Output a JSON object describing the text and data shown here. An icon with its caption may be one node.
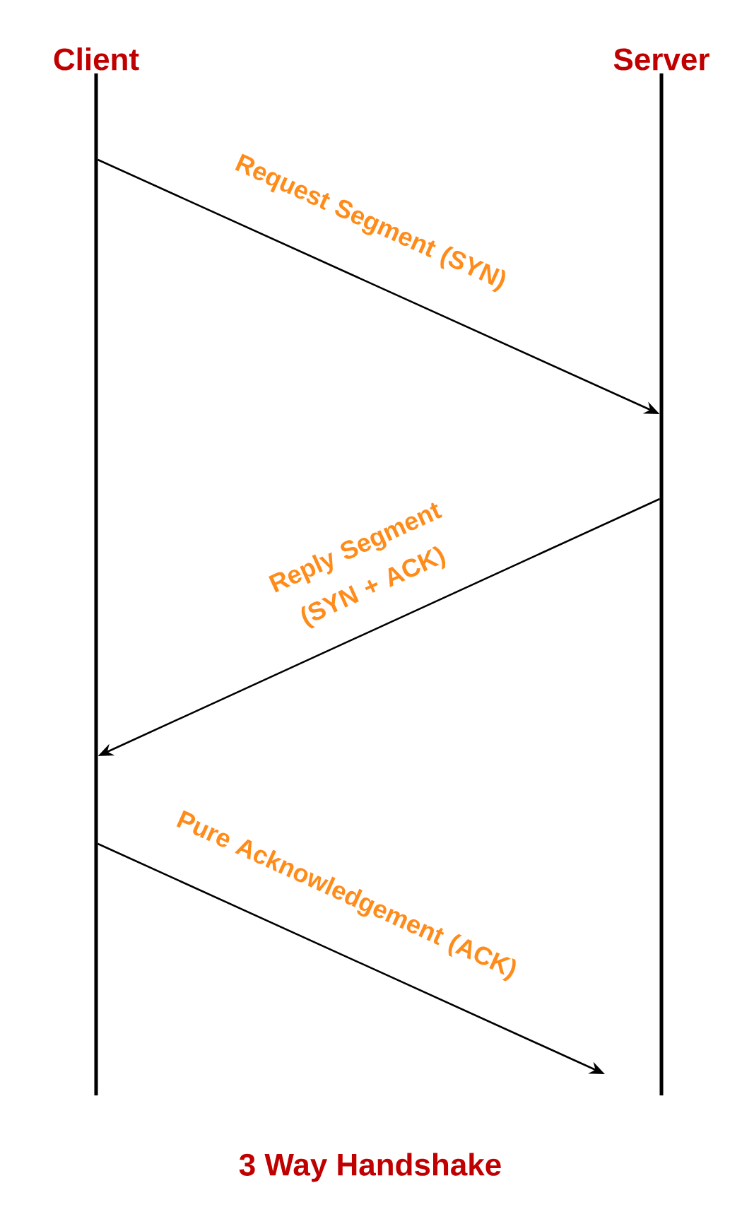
{
  "diagram": {
    "title": "3 Way Handshake",
    "nodes": [
      {
        "text": [
          "Client"
        ]
      },
      {
        "text": [
          "Server"
        ]
      }
    ],
    "edges": [
      {
        "from": 0,
        "to": 1,
        "arrow": "to",
        "label": "Request Segment (SYN)"
      },
      {
        "from": 1,
        "to": 0,
        "arrow": "to",
        "label": "Reply Segment (SYN + ACK)"
      },
      {
        "from": 0,
        "to": null,
        "arrow": "to",
        "label": "Pure Acknowledgement (ACK)"
      }
    ]
  }
}
